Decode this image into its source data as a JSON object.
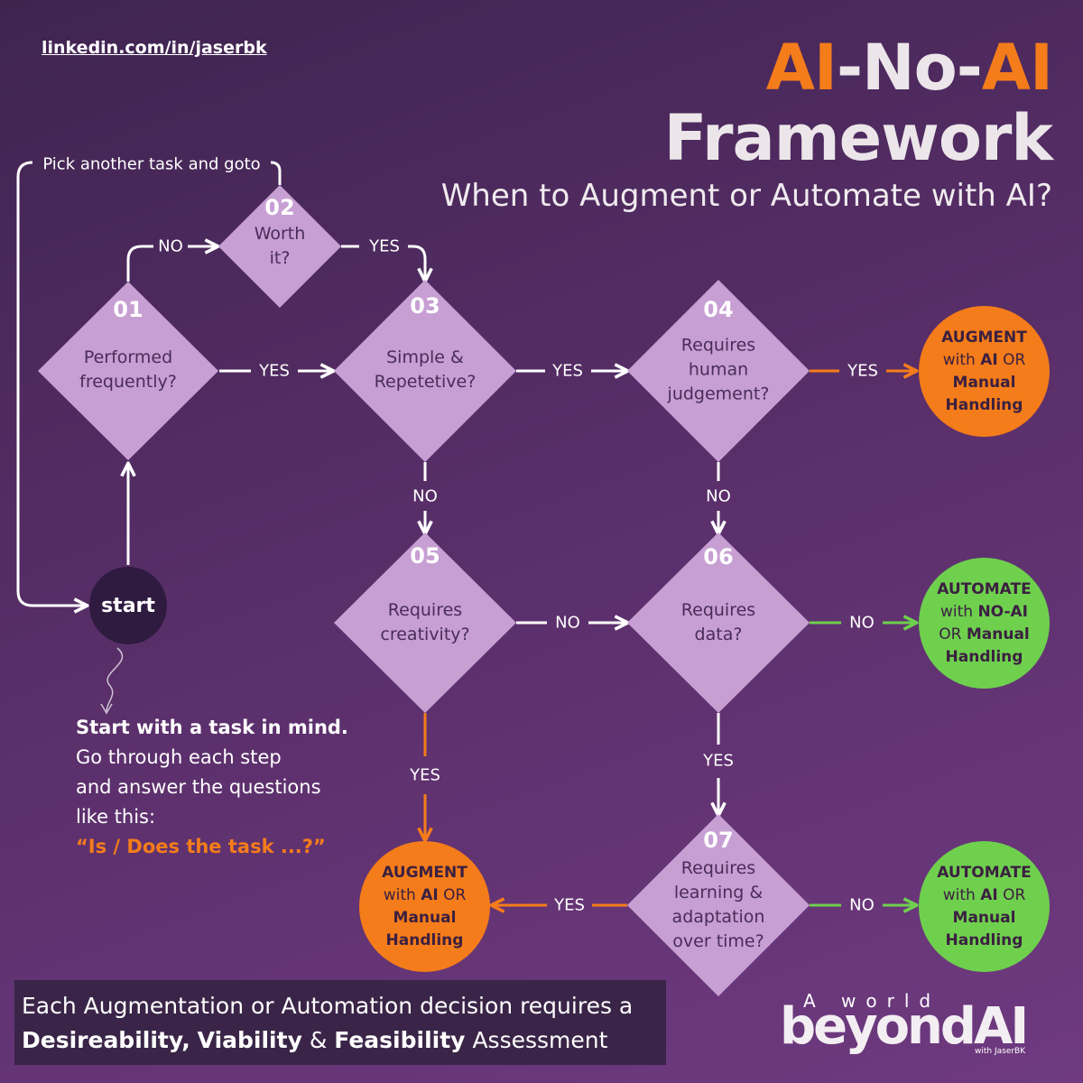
{
  "header": {
    "link": "linkedin.com/in/jaserbk",
    "title_part1": "AI",
    "title_part2": "-No-",
    "title_part3": "AI",
    "title_line2": "Framework",
    "subtitle": "When to Augment or Automate with AI?"
  },
  "loop_label": "Pick another task and goto",
  "start_label": "start",
  "diamonds": {
    "d01": {
      "num": "01",
      "line1": "Performed",
      "line2": "frequently?"
    },
    "d02": {
      "num": "02",
      "line1": "Worth",
      "line2": "it?"
    },
    "d03": {
      "num": "03",
      "line1": "Simple &",
      "line2": "Repetetive?"
    },
    "d04": {
      "num": "04",
      "line1": "Requires",
      "line2": "human",
      "line3": "judgement?"
    },
    "d05": {
      "num": "05",
      "line1": "Requires",
      "line2": "creativity?"
    },
    "d06": {
      "num": "06",
      "line1": "Requires",
      "line2": "data?"
    },
    "d07": {
      "num": "07",
      "line1": "Requires",
      "line2": "learning &",
      "line3": "adaptation",
      "line4": "over time?"
    }
  },
  "edge_labels": {
    "e01_02": "NO",
    "e02_03": "YES",
    "e01_03": "YES",
    "e03_04": "YES",
    "e04_out": "YES",
    "e03_05": "NO",
    "e04_06": "NO",
    "e05_06": "NO",
    "e06_out": "NO",
    "e05_out": "YES",
    "e06_07": "YES",
    "e07_left": "YES",
    "e07_right": "NO"
  },
  "outcomes": {
    "o1": {
      "w1": "AUGMENT",
      "w2": "with",
      "w3": "AI",
      "w4": "OR",
      "w5": "Manual",
      "w6": "Handling"
    },
    "o2": {
      "w1": "AUTOMATE",
      "w2": "with",
      "w3": "NO-AI",
      "w4": "OR",
      "w5": "Manual",
      "w6": "Handling"
    },
    "o3": {
      "w1": "AUGMENT",
      "w2": "with",
      "w3": "AI",
      "w4": "OR",
      "w5": "Manual",
      "w6": "Handling"
    },
    "o4": {
      "w1": "AUTOMATE",
      "w2": "with",
      "w3": "AI",
      "w4": "OR",
      "w5": "Manual",
      "w6": "Handling"
    }
  },
  "instructions": {
    "line1": "Start with a task in mind.",
    "line2": "Go through each step",
    "line3": "and answer the questions",
    "line4": "like this:",
    "line5": "“Is / Does the task ...?”"
  },
  "banner": {
    "t1": "Each Augmentation or Automation decision requires a",
    "t2": "Desireability,",
    "t3": "Viability",
    "t4": "&",
    "t5": "Feasibility",
    "t6": "Assessment"
  },
  "logo": {
    "small": "A world",
    "big": "beyondAI",
    "by": "with JaserBK"
  },
  "colors": {
    "diamond": "#c79fd3",
    "orange": "#f57c1a",
    "green": "#6fd04e",
    "start": "#2f1b40"
  }
}
